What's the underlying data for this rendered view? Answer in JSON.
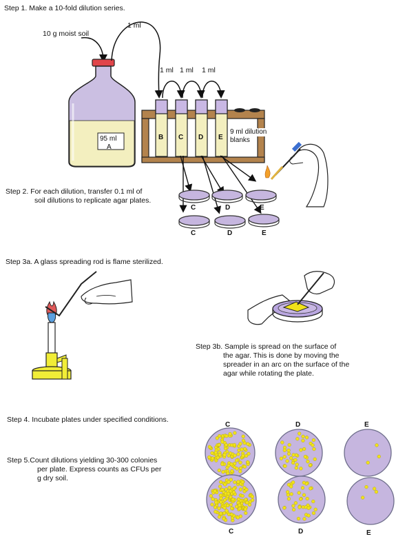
{
  "step1": {
    "title": "Step 1. Make a 10-fold dilution series.",
    "soil_label": "10 g moist soil",
    "transfer_main": "1 ml",
    "transfer_labels": [
      "1 ml",
      "1 ml",
      "1 ml"
    ],
    "bottle_volume": "95 ml",
    "bottle_letter": "A",
    "tube_letters": [
      "B",
      "C",
      "D",
      "E"
    ],
    "blanks_line1": "9 ml dilution",
    "blanks_line2": "blanks"
  },
  "step2": {
    "line1": "Step 2. For each dilution, transfer 0.1 ml of",
    "line2": "soil dilutions to replicate agar plates.",
    "plate_labels_top": [
      "C",
      "D",
      "E"
    ],
    "plate_labels_bottom": [
      "C",
      "D",
      "E"
    ]
  },
  "step3a": {
    "text": "Step 3a.  A glass spreading rod is flame sterilized."
  },
  "step3b": {
    "line1": "Step 3b. Sample is spread on the surface of",
    "line2": "the agar.  This is done by moving the",
    "line3": "spreader in an arc on the surface of the",
    "line4": "agar while rotating the plate."
  },
  "step4": {
    "text": "Step 4. Incubate plates under specified conditions."
  },
  "step5": {
    "line1": "Step 5.Count dilutions yielding 30-300 colonies",
    "line2": "per plate.  Express counts as CFUs per",
    "line3": "g dry soil."
  },
  "results": {
    "top_labels": [
      "C",
      "D",
      "E"
    ],
    "bottom_labels": [
      "C",
      "D",
      "E"
    ]
  },
  "colors": {
    "plate": "#c6b6df",
    "plate_edge": "#6d6d8a",
    "colony": "#f1e21a",
    "liquid": "#f3efbf",
    "cap": "#e0454a",
    "bottle": "#cbbfe2",
    "tube_top": "#c9b8e4",
    "rack": "#b3834d",
    "burner": "#f1ed37"
  }
}
